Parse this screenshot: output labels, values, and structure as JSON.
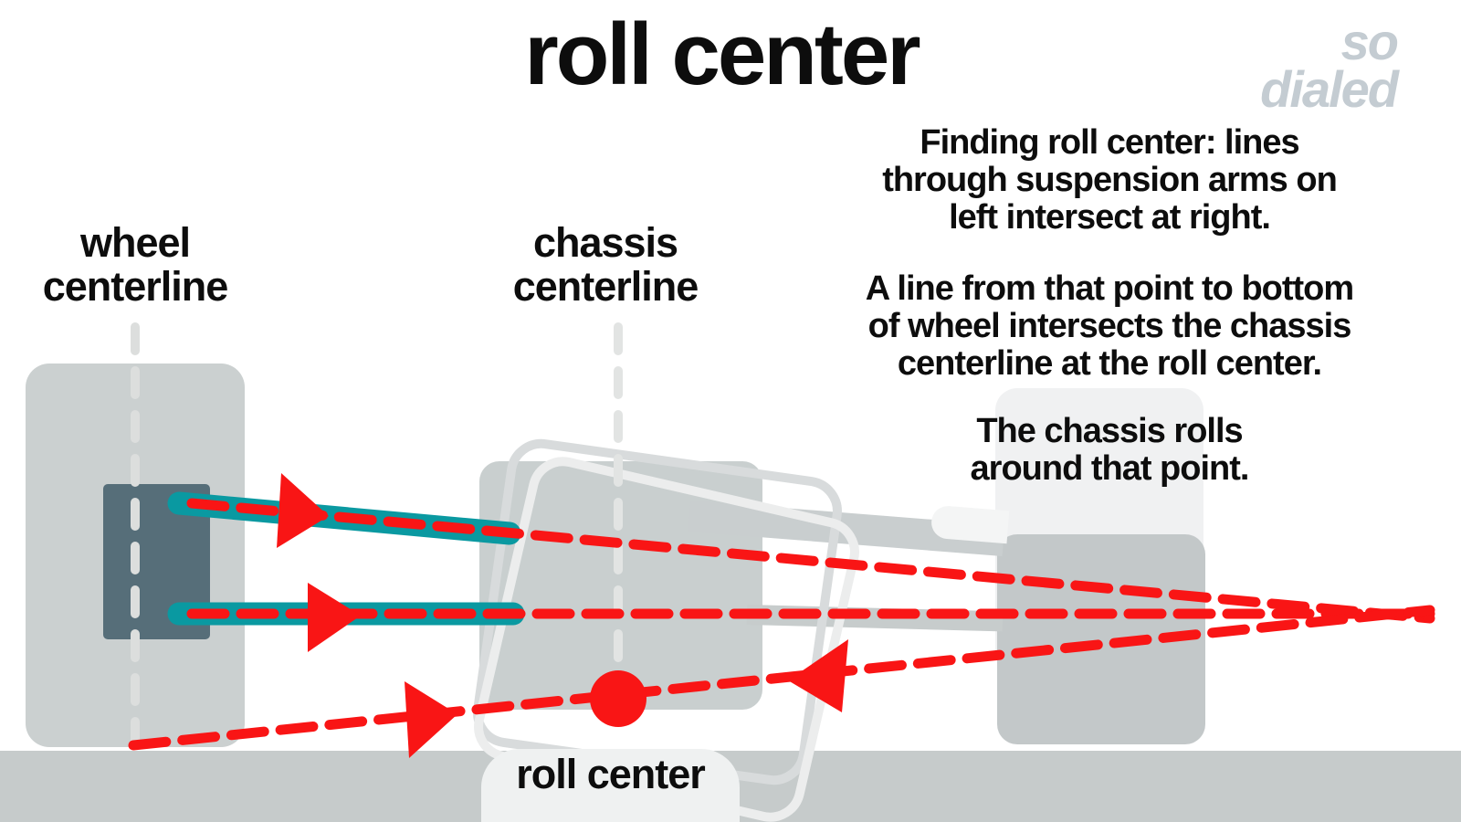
{
  "title": "roll center",
  "logo": {
    "line1": "so",
    "line2": "dialed",
    "color": "#c4ccd2"
  },
  "notes": {
    "p1": {
      "lines": [
        "Finding roll center: lines",
        "through suspension arms on",
        "left intersect at right."
      ]
    },
    "p2": {
      "lines": [
        "A line from that point to bottom",
        "of wheel intersects the chassis",
        "centerline at the roll center."
      ]
    },
    "p3": {
      "lines": [
        "The chassis rolls",
        "around that point."
      ]
    }
  },
  "labels": {
    "wheel_centerline": {
      "lines": [
        "wheel",
        "centerline"
      ]
    },
    "chassis_centerline": {
      "lines": [
        "chassis",
        "centerline"
      ]
    },
    "roll_center_point": "roll center"
  },
  "icons": {
    "arrow_upper": "arrow-right-icon",
    "arrow_middle": "arrow-right-icon",
    "arrow_lower": "arrow-right-icon",
    "arrow_back": "arrow-left-icon",
    "roll_center_marker": "filled-circle-icon"
  },
  "colors": {
    "accent_red": "#f91515",
    "suspension_teal": "#0a99a1",
    "hub_slate": "#566e79",
    "wheel_gray": "#cbd0d0",
    "chassis_gray": "#c9cfcf",
    "ghost_light": "#f0f1f2",
    "ghost_gray": "#c3c8c9",
    "ground_gray": "#c6cbcb",
    "centerline_gray": "#dcdedd",
    "outline_gray": "#d8dbdc",
    "outline_white": "#eceded",
    "logo_gray": "#c4ccd2",
    "label_pill": "#eff1f1",
    "text_black": "#0d0d0d"
  }
}
